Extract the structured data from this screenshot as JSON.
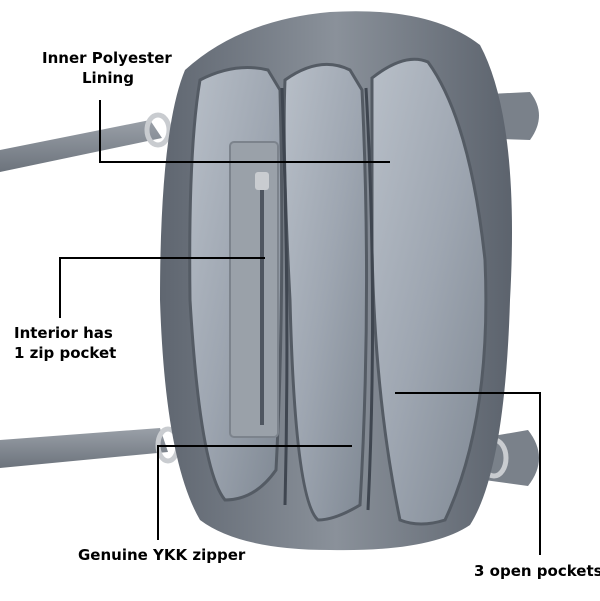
{
  "callouts": {
    "lining": {
      "line1": "Inner  Polyester",
      "line2": "Lining"
    },
    "interior": {
      "line1": "Interior has",
      "line2": "1 zip pocket"
    },
    "zipper": {
      "text": "Genuine YKK zipper"
    },
    "pockets": {
      "text": "3 open pockets"
    }
  },
  "colors": {
    "bag_outer": "#7d848e",
    "bag_dark": "#4f5660",
    "lining": "#a9b0ba",
    "lining_shadow": "#8a929d",
    "zip_panel": "#9aa1a9",
    "metal": "#c9ccd0",
    "leader": "#000000"
  }
}
